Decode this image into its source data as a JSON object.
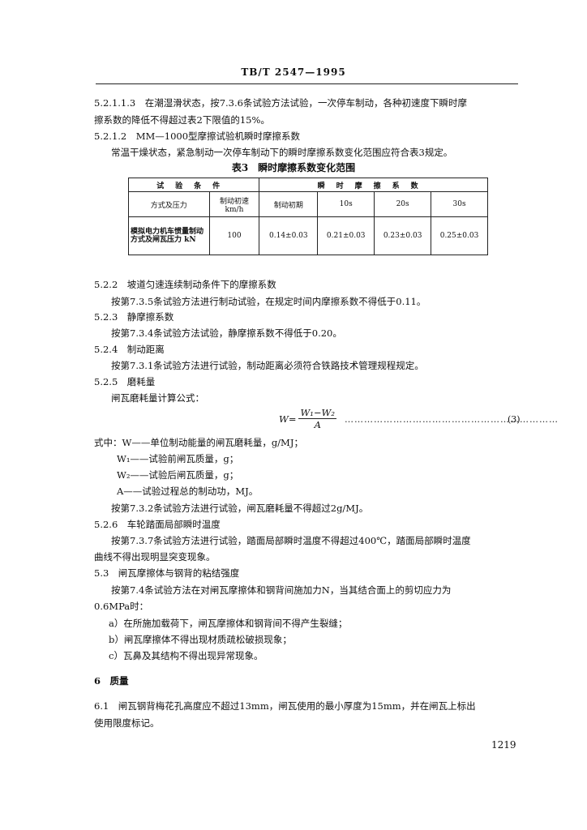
{
  "header": {
    "code": "TB/T 2547—1995"
  },
  "lines": [
    "5.2.1.1.3　在潮湿滑状态，按7.3.6条试验方法试验，一次停车制动，各种初速度下瞬时摩",
    "擦系数的降低不得超过表2下限值的15%。",
    "5.2.1.2　MM—1000型摩擦试验机瞬时摩擦系数",
    "常温干燥状态，紧急制动一次停车制动下的瞬时摩擦系数变化范围应符合表3规定。"
  ],
  "table3": {
    "caption": "表3　瞬时摩擦系数变化范围",
    "h_conditions": "试验条件",
    "h_friction": "瞬时摩擦系数",
    "col_method": "方式及压力",
    "col_speed": "制动初速 km/h",
    "col_initial": "制动初期",
    "col_10": "10s",
    "col_20": "20s",
    "col_30": "30s",
    "row_cond": "模拟电力机车惯量制动方式及闸瓦压力 kN",
    "row_speed": "100",
    "row_initial": "0.14±0.03",
    "row_10": "0.21±0.03",
    "row_20": "0.23±0.03",
    "row_30": "0.25±0.03"
  },
  "body": [
    "5.2.2　坡道匀速连续制动条件下的摩擦系数",
    "按第7.3.5条试验方法进行制动试验，在规定时间内摩擦系数不得低于0.11。",
    "5.2.3　静摩擦系数",
    "按第7.3.4条试验方法试验，静摩擦系数不得低于0.20。",
    "5.2.4　制动距离",
    "按第7.3.1条试验方法进行试验，制动距离必须符合铁路技术管理规程规定。",
    "5.2.5　磨耗量",
    "闸瓦磨耗量计算公式："
  ],
  "formula": {
    "lhs": "W=",
    "num": "W₁−W₂",
    "den": "A",
    "dots": "…………………………………………………………",
    "eqno": "(3)"
  },
  "defs": [
    "式中：W——单位制动能量的闸瓦磨耗量，g/MJ；",
    "W₁——试验前闸瓦质量，g；",
    "W₂——试验后闸瓦质量，g；",
    "A——试验过程总的制动功，MJ。"
  ],
  "body2": [
    "按第7.3.2条试验方法进行试验，闸瓦磨耗量不得超过2g/MJ。",
    "5.2.6　车轮踏面局部瞬时温度",
    "按第7.3.7条试验方法进行试验，踏面局部瞬时温度不得超过400℃，踏面局部瞬时温度",
    "曲线不得出现明显突变现象。",
    "5.3　闸瓦摩擦体与钢背的粘结强度",
    "按第7.4条试验方法在对闸瓦摩擦体和钢背间施加力N，当其结合面上的剪切应力为",
    "0.6MPa时：",
    "a）在所施加载荷下，闸瓦摩擦体和钢背间不得产生裂缝；",
    "b）闸瓦摩擦体不得出现材质疏松破损现象；",
    "c）瓦鼻及其结构不得出现异常现象。",
    "6　质量",
    "6.1　闸瓦钢背梅花孔高度应不超过13mm，闸瓦使用的最小厚度为15mm，并在闸瓦上标出",
    "使用限度标记。"
  ],
  "page_number": "1219"
}
